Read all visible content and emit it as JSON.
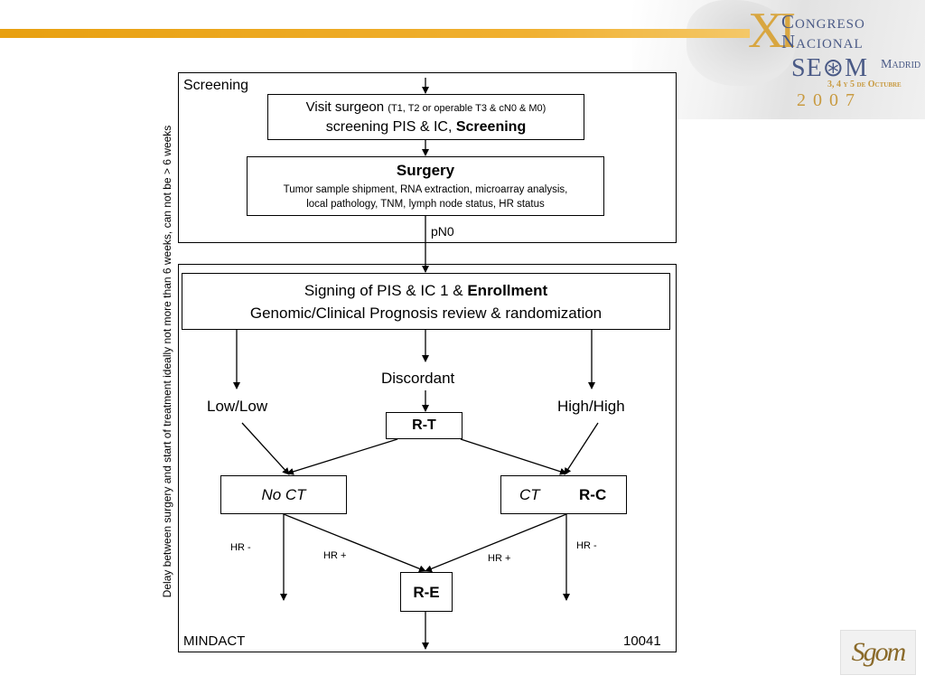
{
  "header": {
    "logo_numeral": "XI",
    "logo_line1": "Congreso",
    "logo_line2": "Nacional",
    "logo_seom": "SE⊛M",
    "logo_city": "adrid",
    "logo_dates": "3, 4 y 5 de Octubre",
    "logo_year": "2007",
    "corner_logo": "Sgom"
  },
  "diagram": {
    "section_screening": "Screening",
    "visit": {
      "line1_main": "Visit surgeon",
      "line1_detail": "(T1, T2 or operable T3 & cN0 & M0)",
      "line2_prefix": "screening PIS & IC,",
      "line2_bold": "Screening"
    },
    "surgery": {
      "title": "Surgery",
      "line1": "Tumor sample shipment, RNA extraction, microarray analysis,",
      "line2": "local pathology, TNM, lymph node status, HR status"
    },
    "pn0_label": "pN0",
    "enrollment": {
      "line1_prefix": "Signing of PIS & IC 1 &",
      "line1_bold": "Enrollment",
      "line2": "Genomic/Clinical Prognosis review & randomization"
    },
    "discordant": "Discordant",
    "low_low": "Low/Low",
    "high_high": "High/High",
    "rt_box": "R-T",
    "noct_box": "No CT",
    "ct_box_italic": "CT",
    "ct_box_bold": "R-C",
    "hr_minus_left": "HR -",
    "hr_plus_left": "HR +",
    "hr_plus_right": "HR +",
    "hr_minus_right": "HR -",
    "re_box": "R-E",
    "footer_left": "MINDACT",
    "footer_right": "10041",
    "side_note": "Delay between surgery and start of treatment ideally not more than 6 weeks, can not be > 6 weeks"
  }
}
